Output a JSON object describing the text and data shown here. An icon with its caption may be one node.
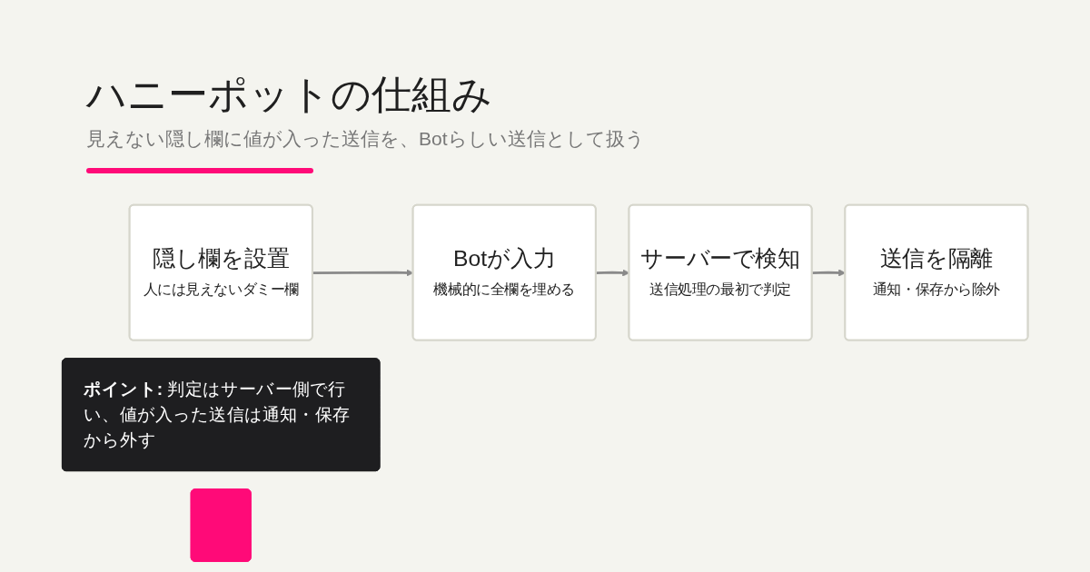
{
  "diagram": {
    "title": "ハニーポットの仕組み",
    "nodes": [
      {
        "text": [
          "隠し欄を設置",
          "人には見えないダミー欄"
        ]
      },
      {
        "text": [
          "Botが入力",
          "機械的に全欄を埋める"
        ]
      },
      {
        "text": [
          "サーバーで検知",
          "送信処理の最初で判定"
        ]
      },
      {
        "text": [
          "送信を隔離",
          "通知・保存から除外"
        ]
      },
      {
        "text": [
          "ポイント:",
          "判定はサーバー側で行い、値が入った送信は通知・保存から外す"
        ]
      },
      {
        "text": [],
        "shape": "box"
      }
    ],
    "edges": [
      {
        "from": 0,
        "to": 1,
        "arrow": "to"
      },
      {
        "from": 1,
        "to": 2,
        "arrow": "to"
      },
      {
        "from": 2,
        "to": 3,
        "arrow": "to"
      }
    ],
    "labels": [
      "見えない隠し欄に値が入った送信を、Botらしい送信として扱う"
    ]
  }
}
